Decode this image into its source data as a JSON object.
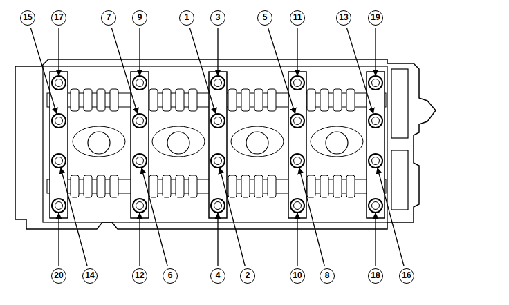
{
  "diagram": {
    "labels": [
      "15",
      "17",
      "7",
      "9",
      "1",
      "3",
      "5",
      "11",
      "13",
      "19",
      "20",
      "14",
      "12",
      "6",
      "4",
      "2",
      "10",
      "8",
      "18",
      "16"
    ]
  }
}
